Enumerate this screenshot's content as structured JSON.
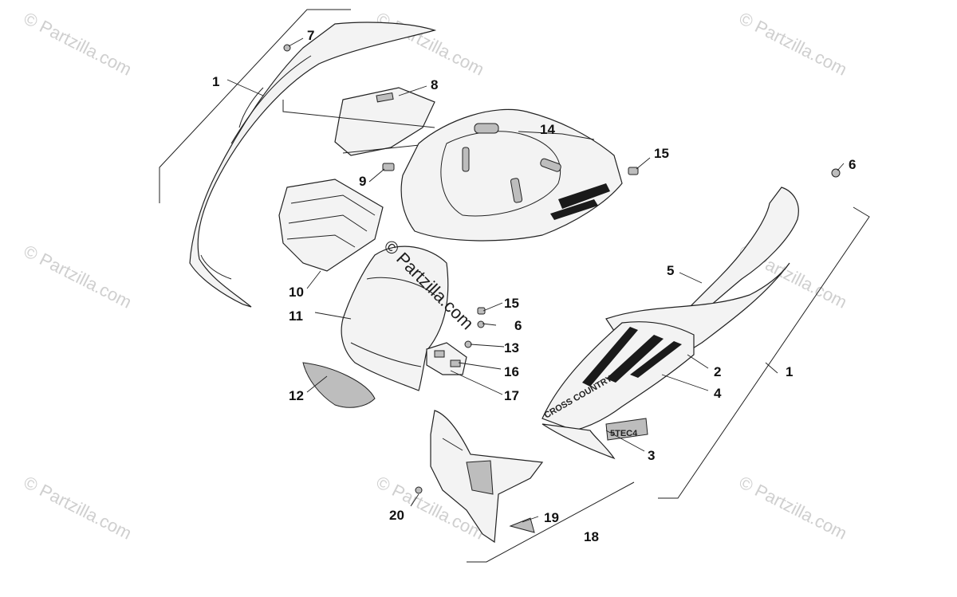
{
  "watermarks": {
    "corner_text": "© Partzilla.com",
    "center_text": "© Partzilla.com"
  },
  "callouts": {
    "c1_left": "1",
    "c1_right": "1",
    "c2": "2",
    "c3": "3",
    "c4": "4",
    "c5": "5",
    "c6_top": "6",
    "c6_mid": "6",
    "c7": "7",
    "c8": "8",
    "c9": "9",
    "c10": "10",
    "c11": "11",
    "c12": "12",
    "c13": "13",
    "c14": "14",
    "c15_top": "15",
    "c15_mid": "15",
    "c16": "16",
    "c17": "17",
    "c18": "18",
    "c19": "19",
    "c20": "20"
  },
  "decals": {
    "cross_country": "CROSS COUNTRY",
    "model_badge": "5TEC4"
  }
}
